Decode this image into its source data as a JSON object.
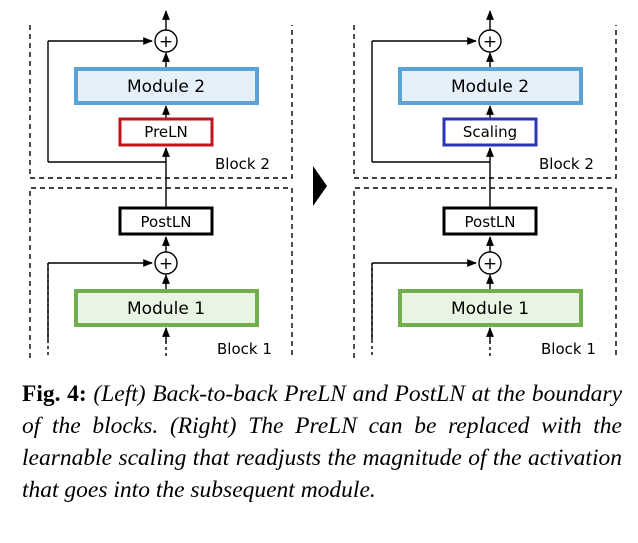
{
  "panels": {
    "left": {
      "module2": "Module 2",
      "norm_top": "PreLN",
      "norm_top_color": "#c0141e",
      "block_top": "Block 2",
      "postln": "PostLN",
      "module1": "Module 1",
      "block_bottom": "Block 1",
      "add_top": "+",
      "add_bottom": "+"
    },
    "right": {
      "module2": "Module 2",
      "norm_top": "Scaling",
      "norm_top_color": "#2a34b8",
      "block_top": "Block 2",
      "postln": "PostLN",
      "module1": "Module 1",
      "block_bottom": "Block 1",
      "add_top": "+",
      "add_bottom": "+"
    }
  },
  "arrow_icon": "right-triangle",
  "colors": {
    "module2_border": "#5ba2d6",
    "module2_fill": "#e6f0fa",
    "module1_border": "#72ad4e",
    "module1_fill": "#eaf4e2"
  },
  "caption": {
    "label": "Fig. 4:",
    "text": "(Left) Back-to-back PreLN and PostLN at the boundary of the blocks. (Right) The PreLN can be replaced with the learnable scaling that readjusts the magnitude of the activation that goes into the subsequent module."
  }
}
